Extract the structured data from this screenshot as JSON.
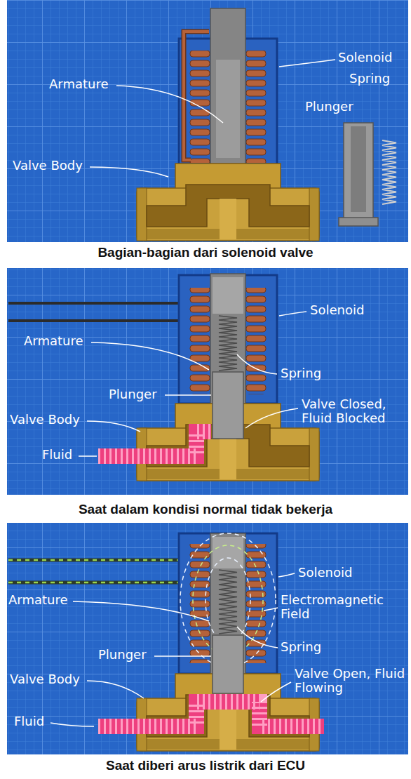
{
  "diagram": {
    "labels": [
      "Solenoid",
      "Spring",
      "Armature",
      "Plunger",
      "Valve Body",
      "Solenoid",
      "Armature",
      "Spring",
      "Plunger",
      "Valve Closed, Fluid Blocked",
      "Valve Body",
      "Fluid",
      "Solenoid",
      "Electromagnetic Field",
      "Armature",
      "Spring",
      "Plunger",
      "Valve Open, Fluid Flowing",
      "Valve Body",
      "Fluid",
      "Bagian-bagian dari solenoid valve",
      "Saat dalam kondisi normal tidak bekerja",
      "Saat diberi arus listrik dari ECU"
    ]
  }
}
